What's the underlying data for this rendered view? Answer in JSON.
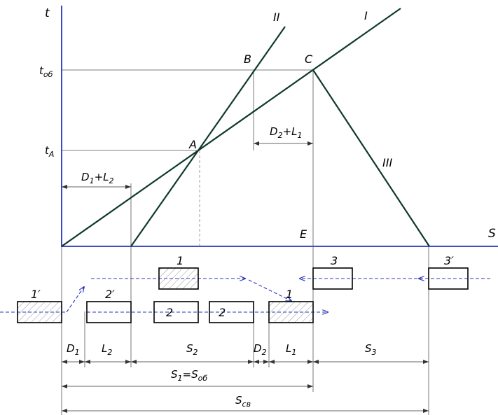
{
  "colors": {
    "axis": "#2a35b8",
    "line": "#0f3a2a",
    "thin": "#444444",
    "dash": "#888888",
    "flow": "#2a35b8",
    "hatch": "#9a9a9a"
  },
  "axes": {
    "t_label": "t",
    "s_label": "S",
    "t_ob_main": "t",
    "t_ob_sub": "об",
    "t_A_main": "t",
    "t_A_sub": "A"
  },
  "graph_lines": {
    "line_I": "I",
    "line_II": "II",
    "line_III": "III"
  },
  "points": {
    "A": "A",
    "B": "B",
    "C": "C",
    "E": "E"
  },
  "graph_dims": {
    "d1_l2": {
      "D": "D",
      "D_sub": "1",
      "plus": "+L",
      "L_sub": "2"
    },
    "d2_l1": {
      "D": "D",
      "D_sub": "2",
      "plus": "+L",
      "L_sub": "1"
    }
  },
  "blocks": {
    "b1_prime": "1′",
    "b2_prime": "2′",
    "b1_top": "1",
    "b2_a": "2",
    "b2_b": "2",
    "b1_low": "1",
    "b3": "3",
    "b3_prime": "3′"
  },
  "dimensions": {
    "d1": {
      "main": "D",
      "sub": "1"
    },
    "l2": {
      "main": "L",
      "sub": "2"
    },
    "s2": {
      "main": "S",
      "sub": "2"
    },
    "d2": {
      "main": "D",
      "sub": "2"
    },
    "l1": {
      "main": "L",
      "sub": "1"
    },
    "s3": {
      "main": "S",
      "sub": "3"
    },
    "s1": {
      "main": "S",
      "sub": "1",
      "eq": "=S",
      "sub2": "об"
    },
    "scb": {
      "main": "S",
      "sub": "св"
    }
  }
}
